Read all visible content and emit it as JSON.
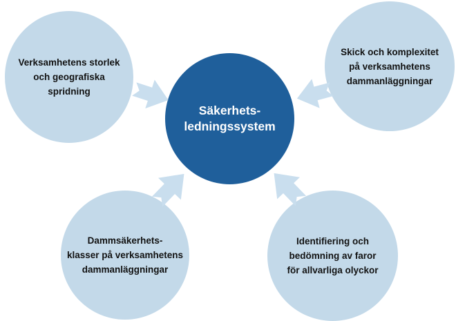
{
  "diagram": {
    "title": "Säkerhetsledningssystem diagram",
    "center": {
      "lines": [
        "Säkerhets-",
        "ledningssystem"
      ]
    },
    "satellites": {
      "top_left": {
        "lines": [
          "Verksamhetens storlek",
          "och geografiska",
          "spridning"
        ]
      },
      "top_right": {
        "lines": [
          "Skick och komplexitet",
          "på verksamhetens",
          "dammanläggningar"
        ]
      },
      "bottom_left": {
        "lines": [
          "Dammsäkerhets-",
          "klasser på verksamhetens",
          "dammanläggningar"
        ]
      },
      "bottom_right": {
        "lines": [
          "Identifiering och",
          "bedömning av faror",
          "för allvarliga olyckor"
        ]
      }
    },
    "colors": {
      "center_circle": "#1F5F9B",
      "satellite_circle": "#C3D9E9",
      "arrow": "#C9DEEE",
      "center_text": "#FFFFFF",
      "satellite_text": "#121212",
      "background": "#FFFFFF"
    }
  }
}
